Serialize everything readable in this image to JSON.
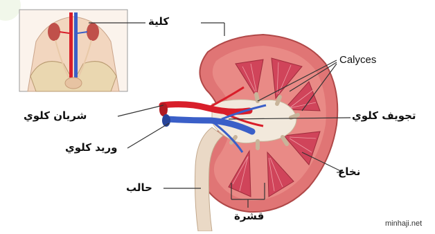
{
  "labels": {
    "kidney": "كلية",
    "calyces": "Calyces",
    "renal_artery": "شريان كلوي",
    "renal_pelvis": "تجويف كلوي",
    "renal_vein": "وريد كلوي",
    "medulla": "نخاع",
    "ureter": "حالب",
    "cortex": "قشرة"
  },
  "watermark": "minhaji.net",
  "colors": {
    "cortex": "#e07575",
    "medulla": "#d0445a",
    "artery": "#d81e2a",
    "vein": "#3a5fc8",
    "pelvis": "#f2e9dc",
    "ureter": "#ead9c6",
    "skin": "#f3d9c4"
  }
}
